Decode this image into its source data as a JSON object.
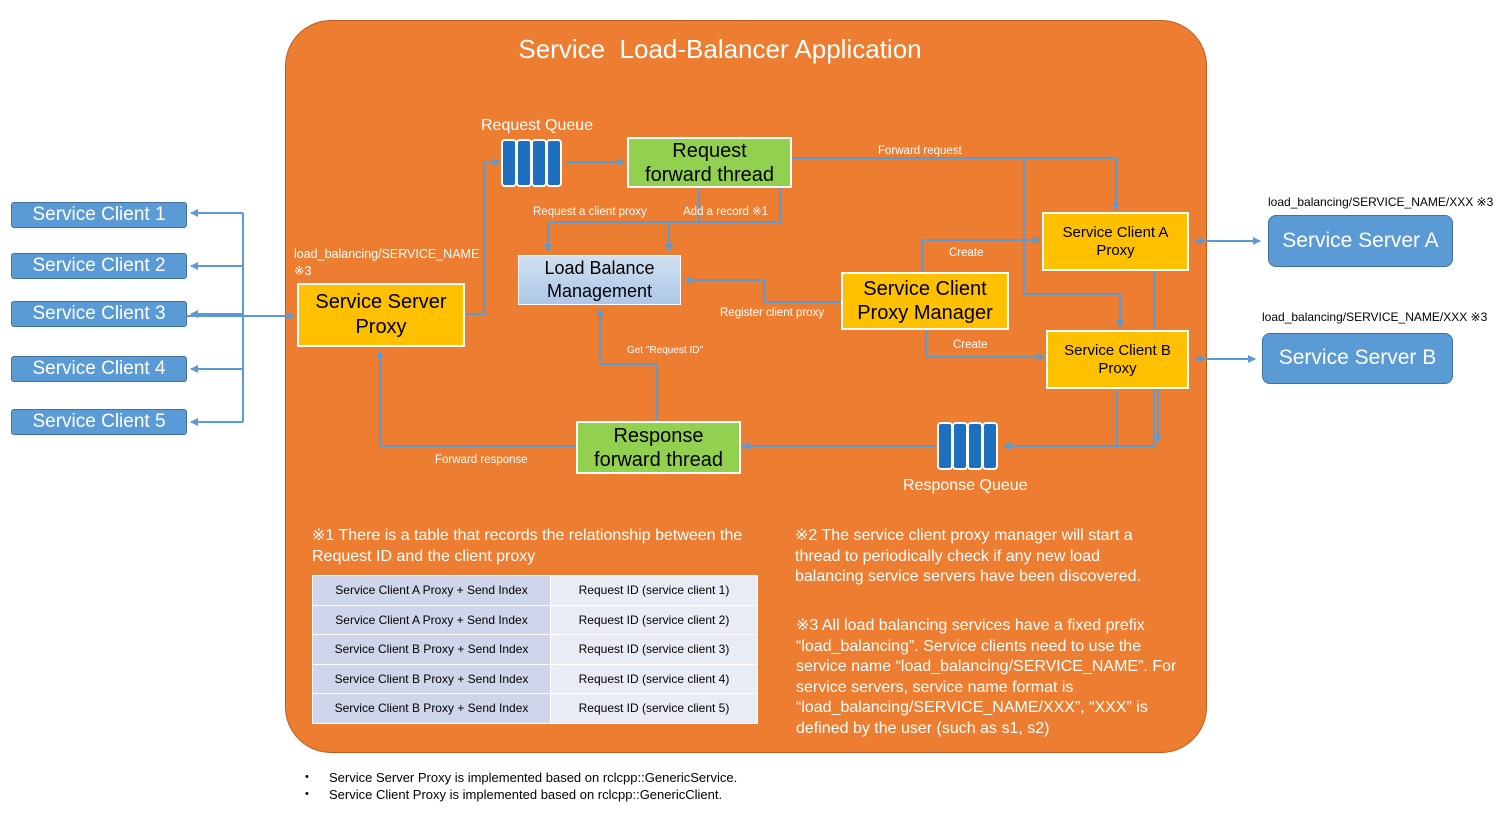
{
  "app_title": "Service  Load-Balancer Application",
  "clients": [
    "Service Client 1",
    "Service Client 2",
    "Service Client 3",
    "Service Client 4",
    "Service Client 5"
  ],
  "servers": [
    {
      "label": "Service Server A",
      "name": "load_balancing/SERVICE_NAME/XXX ※3"
    },
    {
      "label": "Service Server B",
      "name": "load_balancing/SERVICE_NAME/XXX ※3"
    }
  ],
  "server_proxy": {
    "label_line1": "Service Server",
    "label_line2": "Proxy",
    "name_line1": "load_balancing/SERVICE_NAME",
    "name_line2": "※3"
  },
  "request_queue": "Request Queue",
  "response_queue": "Response Queue",
  "request_thread": {
    "line1": "Request",
    "line2": "forward thread"
  },
  "response_thread": {
    "line1": "Response",
    "line2": "forward thread"
  },
  "lbm": {
    "line1": "Load Balance",
    "line2": "Management"
  },
  "proxy_manager": {
    "line1": "Service Client",
    "line2": "Proxy Manager"
  },
  "client_proxy_a": {
    "line1": "Service Client A",
    "line2": "Proxy"
  },
  "client_proxy_b": {
    "line1": "Service Client B",
    "line2": "Proxy"
  },
  "edge_labels": {
    "forward_request": "Forward request",
    "request_client_proxy": "Request a client proxy",
    "add_record": "Add a record ※1",
    "register_client_proxy": "Register client proxy",
    "create_a": "Create",
    "create_b": "Create",
    "get_request_id": "Get \"Request ID\"",
    "forward_response": "Forward response"
  },
  "note1": "※1 There is a table that records the relationship between the Request ID and the client proxy",
  "note2": "※2 The service client proxy manager will start a thread to periodically check if any new load balancing service servers have been discovered.",
  "note3": "※3 All load balancing services have a fixed prefix “load_balancing”. Service clients need to use the service name “load_balancing/SERVICE_NAME”. For service servers, service name format is “load_balancing/SERVICE_NAME/XXX”, “XXX” is defined by the user (such as s1, s2)",
  "record_table": [
    [
      "Service Client A Proxy  + Send Index",
      "Request ID (service client 1)"
    ],
    [
      "Service Client A Proxy  + Send Index",
      "Request ID (service client 2)"
    ],
    [
      "Service Client B Proxy  + Send Index",
      "Request ID (service client 3)"
    ],
    [
      "Service Client B Proxy  + Send Index",
      "Request ID (service client 4)"
    ],
    [
      "Service Client B Proxy  + Send Index",
      "Request ID (service client 5)"
    ]
  ],
  "footnotes": [
    "Service Server Proxy is implemented based on rclcpp::GenericService.",
    "Service Client Proxy is implemented based on rclcpp::GenericClient."
  ],
  "colors": {
    "app_bg": "#ed7d31",
    "node_blue": "#5b9bd5",
    "proxy_yellow": "#ffc000",
    "thread_green": "#92d050",
    "queue_blue": "#1e6fbf"
  }
}
